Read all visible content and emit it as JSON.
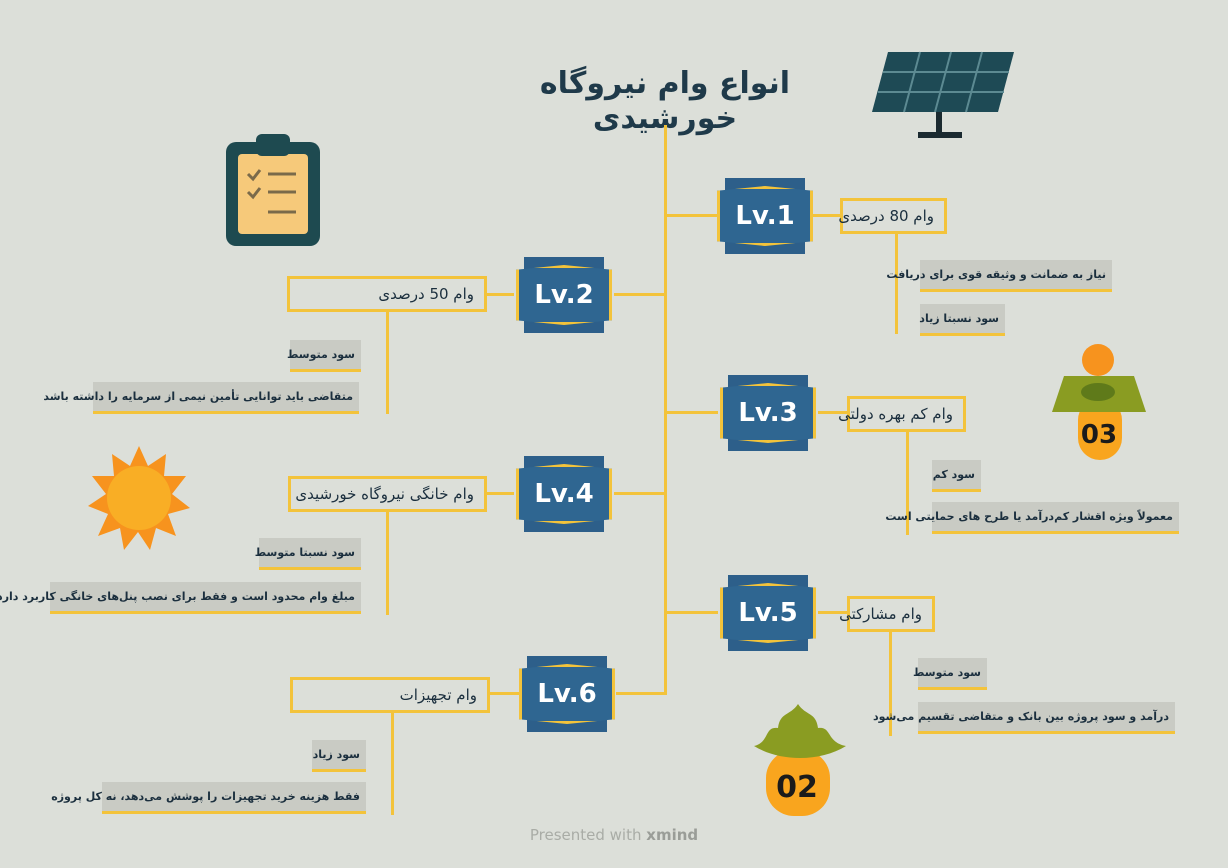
{
  "title": "انواع وام نیروگاه خورشیدی",
  "branches": [
    {
      "level": "Lv.1",
      "topic": "وام 80 درصدی",
      "subs": [
        "نیاز به ضمانت و وثیقه قوی برای دریافت",
        "سود نسبتا زیاد"
      ]
    },
    {
      "level": "Lv.2",
      "topic": "وام 50 درصدی",
      "subs": [
        "سود متوسط",
        "متقاضی باید توانایی تأمین نیمی از سرمایه را داشته باشد"
      ]
    },
    {
      "level": "Lv.3",
      "topic": "وام کم بهره دولتی",
      "subs": [
        "سود کم",
        "معمولاً ویژه اقشار کم‌درآمد یا طرح های حمایتی است"
      ]
    },
    {
      "level": "Lv.4",
      "topic": "وام خانگی نیروگاه خورشیدی",
      "subs": [
        "سود نسبتا متوسط",
        "مبلغ وام محدود است و فقط برای نصب پنل‌های خانگی کاربرد دارد"
      ]
    },
    {
      "level": "Lv.5",
      "topic": "وام مشارکتی",
      "subs": [
        "سود متوسط",
        "درآمد و سود پروژه بین بانک و متقاضی تقسیم می‌شود"
      ]
    },
    {
      "level": "Lv.6",
      "topic": "وام تجهیزات",
      "subs": [
        "سود زیاد",
        "فقط هزینه خرید تجهیزات را پوشش می‌دهد، نه کل پروژه"
      ]
    }
  ],
  "decorations": {
    "figure_number": "03",
    "plant_number": "02",
    "icons": [
      "solar-panel-icon",
      "clipboard-checklist-icon",
      "sun-icon"
    ]
  },
  "footer": {
    "prefix": "Presented with",
    "brand": "xmind"
  },
  "colors": {
    "background": "#dcdfd9",
    "connector": "#f3c33b",
    "badge": "#2f6691",
    "subtopic": "#c9cbc4"
  }
}
